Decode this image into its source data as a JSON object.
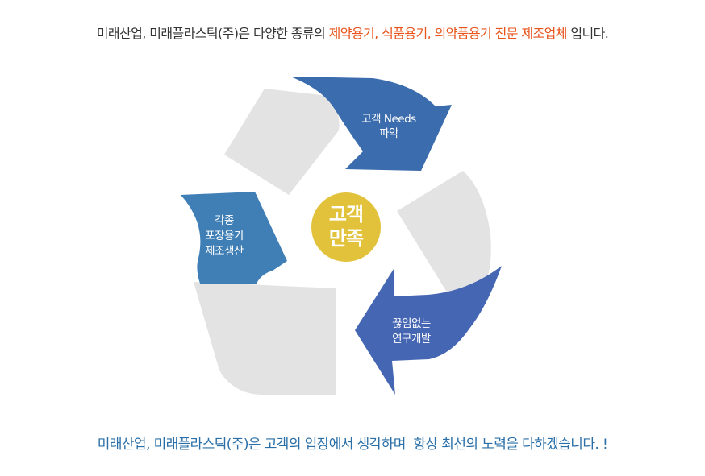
{
  "intro": {
    "prefix": "미래산업, 미래플라스틱(주)은 다양한 종류의 ",
    "highlight": "제약용기, 식품용기, 의약품용기 전문 제조업체",
    "suffix": " 입니다."
  },
  "cycle": {
    "center": {
      "line1": "고객",
      "line2": "만족"
    },
    "arrow_top": {
      "line1": "고객 Needs",
      "line2": "파악"
    },
    "arrow_right": {
      "line1": "끊임없는",
      "line2": "연구개발"
    },
    "arrow_left": {
      "line1": "각종",
      "line2": "포장용기",
      "line3": "제조생산"
    }
  },
  "footer": {
    "text": "미래산업, 미래플라스틱(주)은 고객의 입장에서 생각하며  항상 최선의 노력을 다하겠습니다. !"
  },
  "colors": {
    "arrow_top": "#3b6cae",
    "arrow_right": "#4566b3",
    "arrow_left": "#3f7fb6",
    "panel": "#e3e3e3",
    "center": "#e2c23a",
    "accent": "#e8541c",
    "footer": "#2a6fa8"
  }
}
